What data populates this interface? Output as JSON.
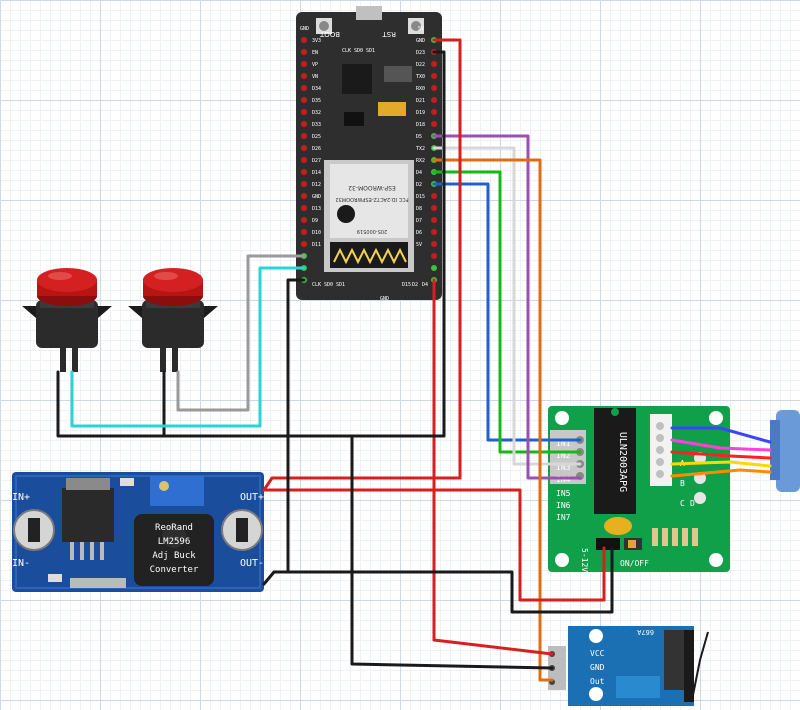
{
  "esp32": {
    "buttons": [
      "BOOT",
      "RST"
    ],
    "left_pins": [
      "3V3",
      "EN",
      "VP",
      "VN",
      "D34",
      "D35",
      "D32",
      "D33",
      "D25",
      "D26",
      "D27",
      "D14",
      "D12",
      "GND",
      "D13",
      "D9",
      "D10",
      "D11"
    ],
    "right_pins": [
      "GND",
      "D23",
      "D22",
      "TX0",
      "RX0",
      "D21",
      "D19",
      "D18",
      "D5",
      "TX2",
      "RX2",
      "D4",
      "D2",
      "D15",
      "D8",
      "D7",
      "D6",
      "5V"
    ],
    "top_right_pins": [
      "CLK",
      "SD0",
      "SD1",
      "D15",
      "D2",
      "D4"
    ],
    "module_text": [
      "ESP-WROOM-32",
      "FCC ID:2AC7Z-ESPWROOM32",
      "205-000519"
    ],
    "side_labels": [
      "5V",
      "GND",
      "CLK",
      "SD0",
      "SD1"
    ],
    "small_text": "GND"
  },
  "buck": {
    "labels": [
      "IN+",
      "IN-",
      "OUT+",
      "OUT-"
    ],
    "brand_lines": [
      "ReoRand",
      "LM2596",
      "Adj Buck",
      "Converter"
    ]
  },
  "driver": {
    "chip": "ULN2003APG",
    "inputs": [
      "IN1",
      "IN2",
      "IN3",
      "IN4",
      "IN5",
      "IN6",
      "IN7"
    ],
    "letters": [
      "A",
      "B",
      "C",
      "D"
    ],
    "power_label": "5-12V",
    "switch_label": "ON/OFF"
  },
  "sensor": {
    "pins": [
      "VCC",
      "GND",
      "Out"
    ],
    "label": "667A"
  }
}
